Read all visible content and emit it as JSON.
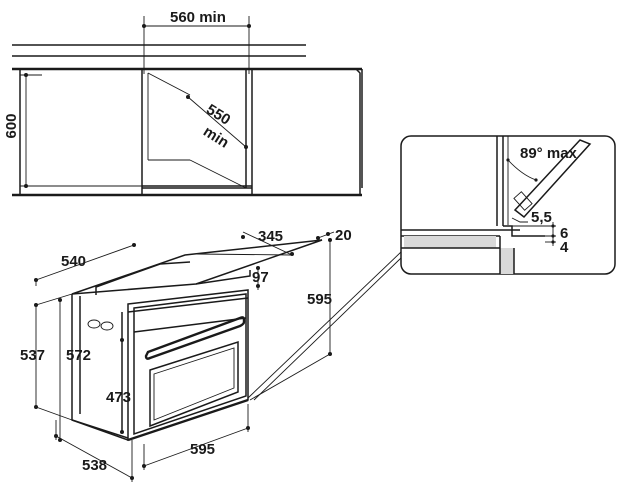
{
  "labels": {
    "niche_width": "560 min",
    "niche_height": "600",
    "niche_depth_a": "550",
    "niche_depth_b": "min",
    "detail_angle": "89° max",
    "detail_gap": "5,5",
    "detail_six": "6",
    "detail_four": "4",
    "oven_540": "540",
    "oven_345": "345",
    "oven_20": "20",
    "oven_97": "97",
    "oven_595_height": "595",
    "oven_537": "537",
    "oven_572": "572",
    "oven_473": "473",
    "oven_595_width": "595",
    "oven_538": "538"
  }
}
